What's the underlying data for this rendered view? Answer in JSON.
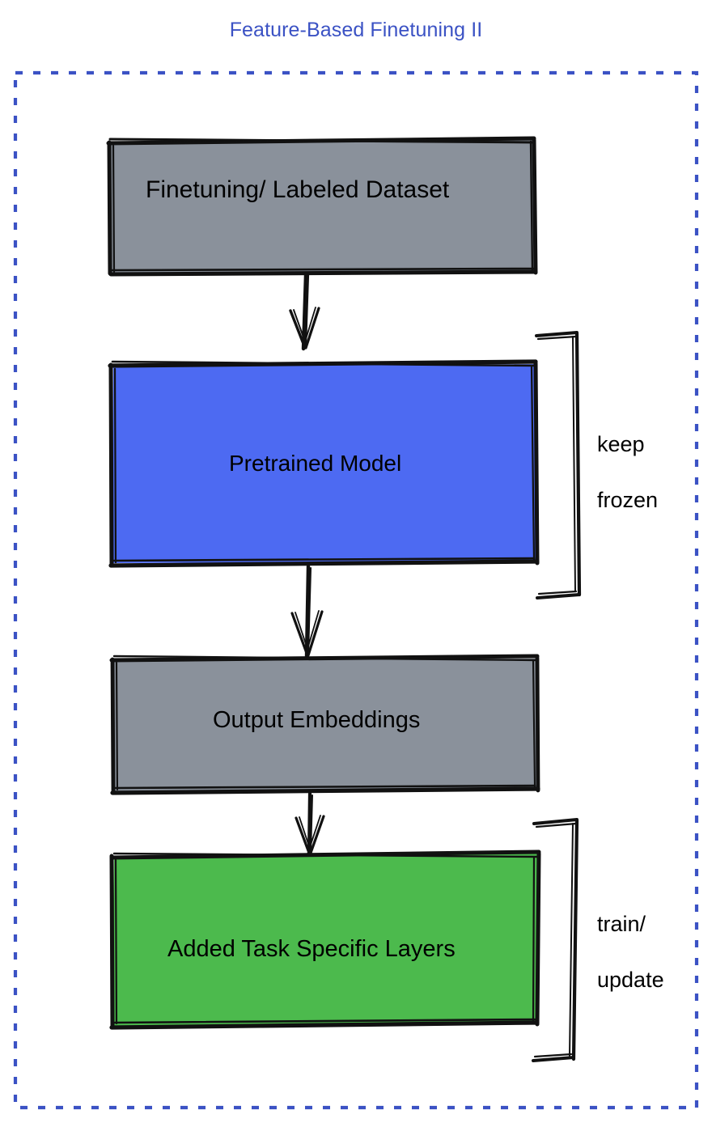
{
  "title": "Feature-Based Finetuning II",
  "colors": {
    "title_blue": "#3b52c4",
    "dashed_border_blue": "#3b52c4",
    "gray_box": "#8a919b",
    "blue_box": "#4d6af2",
    "green_box": "#4cba4d",
    "stroke_black": "#111111",
    "text_black": "#000000",
    "background": "#ffffff"
  },
  "container": {
    "border_style": "dashed",
    "label": "feature-based-finetuning-container"
  },
  "nodes": [
    {
      "id": "finetuning-dataset",
      "label": "Finetuning/ Labeled Dataset",
      "fill": "#8a919b",
      "shape": "rectangle"
    },
    {
      "id": "pretrained-model",
      "label": "Pretrained Model",
      "fill": "#4d6af2",
      "shape": "rectangle"
    },
    {
      "id": "output-embeddings",
      "label": "Output Embeddings",
      "fill": "#8a919b",
      "shape": "rectangle"
    },
    {
      "id": "added-task-specific-layers",
      "label": "Added Task Specific Layers",
      "fill": "#4cba4d",
      "shape": "rectangle"
    }
  ],
  "edges": [
    {
      "id": "edge-dataset-to-model",
      "from": "finetuning-dataset",
      "to": "pretrained-model",
      "style": "arrow"
    },
    {
      "id": "edge-model-to-embeddings",
      "from": "pretrained-model",
      "to": "output-embeddings",
      "style": "arrow"
    },
    {
      "id": "edge-embeddings-to-layers",
      "from": "output-embeddings",
      "to": "added-task-specific-layers",
      "style": "arrow"
    }
  ],
  "annotations": [
    {
      "id": "keep-frozen",
      "text": "keep\nfrozen",
      "line1": "keep",
      "line2": "frozen",
      "target": "pretrained-model",
      "bracket": "right"
    },
    {
      "id": "train-update",
      "text": "train/\nupdate",
      "line1": "train/",
      "line2": "update",
      "target": "added-task-specific-layers",
      "bracket": "right"
    }
  ]
}
